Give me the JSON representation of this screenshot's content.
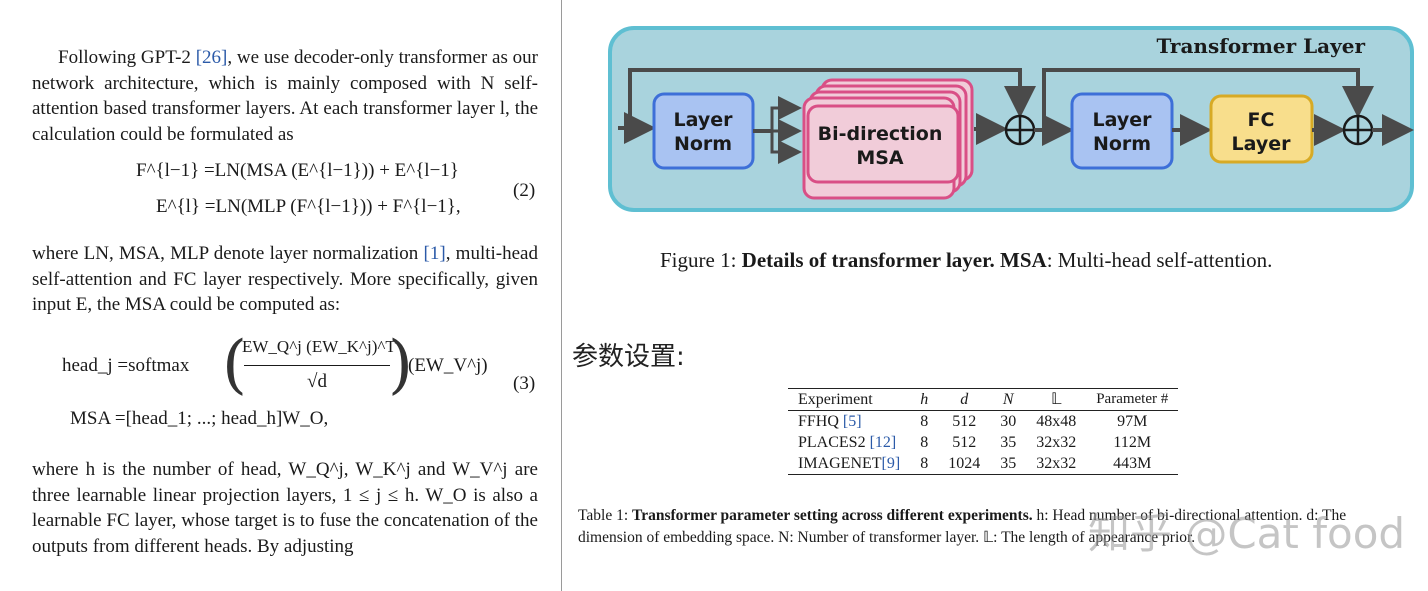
{
  "left_column": {
    "para1": {
      "t1": "Following GPT-2 ",
      "cite": "[26]",
      "t2": ", we use decoder-only transformer as our network architecture, which is mainly composed with N self-attention based transformer layers. At each transformer layer l, the calculation could be formulated as"
    },
    "eq2": {
      "line1": "F^{l−1} =LN(MSA (E^{l−1})) + E^{l−1}",
      "line2": "E^{l} =LN(MLP (F^{l−1})) + F^{l−1},",
      "number": "(2)"
    },
    "para2": {
      "t1": "where LN, MSA, MLP denote layer normalization ",
      "cite": "[1]",
      "t2": ", multi-head self-attention and FC layer respectively. More specifically, given input E, the MSA could be computed as:"
    },
    "eq3": {
      "line1_lhs": "head_j =softmax",
      "numerator": "EW_Q^j (EW_K^j)^T",
      "denominator": "√d",
      "rhs": "(EW_V^j)",
      "line2": "MSA =[head_1; ...; head_h]W_O,",
      "number": "(3)"
    },
    "para3": "where h is the number of head, W_Q^j, W_K^j and W_V^j are three learnable linear projection layers, 1 ≤ j ≤ h. W_O is also a learnable FC layer, whose target is to fuse the concatenation of the outputs from different heads. By adjusting"
  },
  "figure": {
    "title": "Transformer Layer",
    "nodes": {
      "layer_norm_1": [
        "Layer",
        "Norm"
      ],
      "msa": [
        "Bi-direction",
        "MSA"
      ],
      "layer_norm_2": [
        "Layer",
        "Norm"
      ],
      "fc": [
        "FC",
        "Layer"
      ]
    },
    "caption": {
      "prefix": "Figure 1: ",
      "bold": "Details of transformer layer. MSA",
      "rest": ": Multi-head self-attention."
    },
    "colors": {
      "container_fill": "#a9d3dd",
      "container_border": "#5fbfd2",
      "norm_fill": "#a9c3f2",
      "norm_border": "#3d6fd8",
      "msa_fill": "#f1ccd9",
      "msa_border": "#d94f86",
      "fc_fill": "#f8de8c",
      "fc_border": "#d7aa25",
      "arrow": "#4a4a4a"
    }
  },
  "section_heading": "参数设置:",
  "table": {
    "headers": [
      "Experiment",
      "h",
      "d",
      "N",
      "𝕃",
      "Parameter #"
    ],
    "rows": [
      {
        "name": "FFHQ",
        "cite": "[5]",
        "h": "8",
        "d": "512",
        "N": "30",
        "L": "48x48",
        "params": "97M"
      },
      {
        "name": "PLACES2",
        "cite": "[12]",
        "h": "8",
        "d": "512",
        "N": "35",
        "L": "32x32",
        "params": "112M"
      },
      {
        "name": "IMAGENET",
        "cite": "[9]",
        "h": "8",
        "d": "1024",
        "N": "35",
        "L": "32x32",
        "params": "443M"
      }
    ],
    "caption": {
      "prefix": "Table 1: ",
      "bold": "Transformer parameter setting across different experiments.",
      "rest1": " h: Head number of bi-directional attention. d: The",
      "line2": "dimension of embedding space. N: Number of transformer layer. 𝕃: The length of appearance prior."
    }
  },
  "watermark": "知乎 @Cat food"
}
